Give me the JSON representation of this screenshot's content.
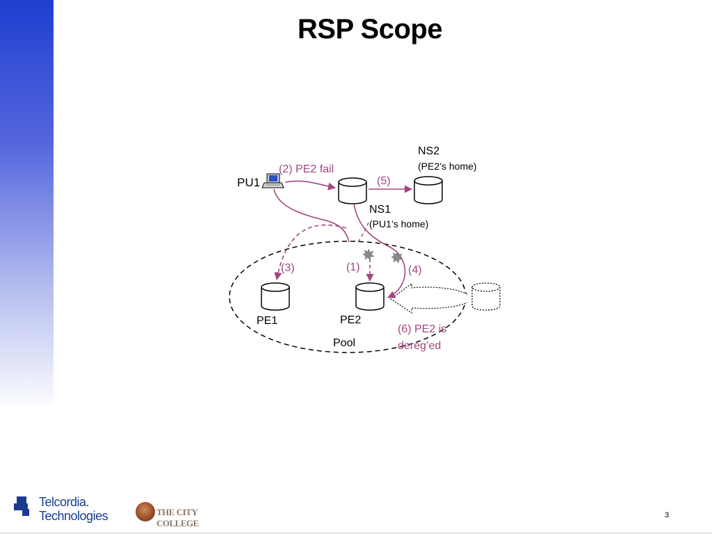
{
  "title": "RSP Scope",
  "page_number": "3",
  "logos": {
    "telcordia": "Telcordia. Technologies",
    "ccny": "THE CITY COLLEGE"
  },
  "diagram": {
    "pu1": "PU1",
    "ns2": "NS2",
    "ns2_sub": "(PE2’s home)",
    "ns1": "NS1",
    "ns1_sub": "(PU1’s home)",
    "pe1": "PE1",
    "pe2": "PE2",
    "pool": "Pool",
    "step1": "(1)",
    "step2": "(2) PE2 fail",
    "step3": "(3)",
    "step4": "(4)",
    "step5": "(5)",
    "step6_line1": "(6) PE2 is",
    "step6_line2": "dereg’ed"
  },
  "colors": {
    "arrow": "#a3457f",
    "band_top": "#1f3fd0"
  }
}
